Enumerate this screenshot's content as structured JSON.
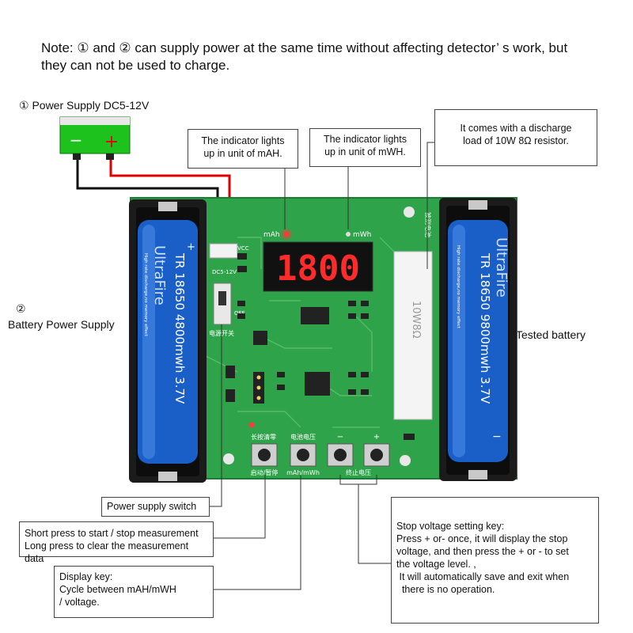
{
  "note": {
    "line1": "Note: ① and ② can supply power at the same time without affecting detector’ s work, but",
    "line2": "they can not be used to charge."
  },
  "labels": {
    "power_supply_dc": "① Power Supply DC5-12V",
    "battery_power_supply_num": "②",
    "battery_power_supply": "Battery Power Supply",
    "tested_battery": "Tested battery"
  },
  "power_supply": {
    "minus": "−",
    "plus": "+"
  },
  "callouts": {
    "mah_indicator": [
      "The indicator lights",
      "up in unit of mAH."
    ],
    "mwh_indicator": [
      "The indicator lights",
      "up in unit of mWH."
    ],
    "resistor": [
      "It comes with a discharge",
      "load of 10W 8Ω resistor."
    ],
    "power_switch": [
      "Power supply switch"
    ],
    "start_stop": [
      "Short press to start / stop measurement",
      "Long press to clear the measurement data"
    ],
    "display_key": [
      "Display key:",
      "Cycle between mAH/mWH",
      " / voltage."
    ],
    "stop_voltage": [
      "Stop voltage setting key:",
      "Press + or- once, it will display the stop",
      "voltage, and then press the + or - to set",
      "the voltage level. ,",
      " It will automatically save and exit when",
      "  there is no operation."
    ]
  },
  "board": {
    "display_value": "1800",
    "unit_mah": "mAh",
    "unit_mwh": "mWh",
    "vcc_label": "VCC",
    "dc_label": "DC5-12V",
    "off_label": "OFF",
    "resistor_text": "10W8Ω",
    "left_battery_text": "TR 18650 4800mwh 3.7V",
    "right_battery_text": "TR 18650 9800mwh 3.7V",
    "left_battery_brand": "UltraFire",
    "right_battery_brand": "UltraFire",
    "left_battery_small": "High rate discharge,no memory effect",
    "right_battery_small": "High rate discharge,no memory effect",
    "button_labels": [
      "启动/暂停",
      "mAh/mWh",
      "终止电压"
    ],
    "button_top_labels": [
      "长按清零",
      "电池电压",
      "−",
      "+"
    ],
    "side_label_left": "电源开关",
    "side_label_right_top": "被测电池"
  },
  "colors": {
    "pcb": "#2fa34a",
    "pcb_dark": "#1f7a36",
    "battery": "#1a5fc8",
    "holder": "#1b1b1b",
    "segment": "#ff2a2a",
    "supply_green": "#1dc21d",
    "wire_red": "#e00000"
  }
}
